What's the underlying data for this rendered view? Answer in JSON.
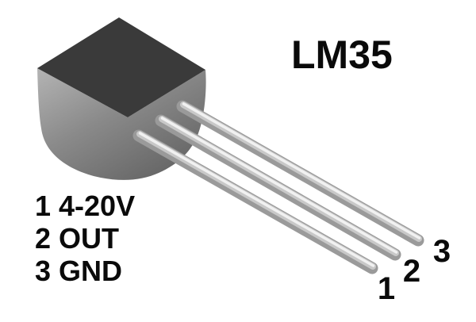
{
  "title": {
    "text": "LM35"
  },
  "legend": {
    "items": [
      {
        "pin": "1",
        "signal": "4-20V",
        "text": "1 4-20V"
      },
      {
        "pin": "2",
        "signal": "OUT",
        "text": "2 OUT"
      },
      {
        "pin": "3",
        "signal": "GND",
        "text": "3 GND"
      }
    ]
  },
  "pin_numbers": {
    "pin1": "1",
    "pin2": "2",
    "pin3": "3"
  },
  "illustration": {
    "name": "lm35-to92-package",
    "colors": {
      "background": "#ffffff",
      "text": "#0a0a0a",
      "package_top": "#3a3a3a",
      "package_side_light": "#b4b4b4",
      "package_side_mid": "#8a8a8a",
      "package_side_dark": "#616161",
      "lead_base": "#9a9a9a",
      "lead_mid": "#c8c8c8",
      "lead_highlight": "#f1f1f1"
    }
  }
}
